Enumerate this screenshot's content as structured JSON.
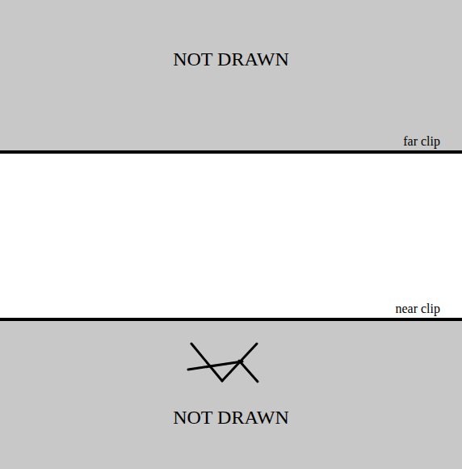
{
  "diagram": {
    "nodes": [
      {
        "text": [
          "NOT DRAWN"
        ]
      },
      {
        "text": [
          "NOT DRAWN"
        ]
      }
    ],
    "labels": [
      "far clip",
      "near clip"
    ]
  }
}
